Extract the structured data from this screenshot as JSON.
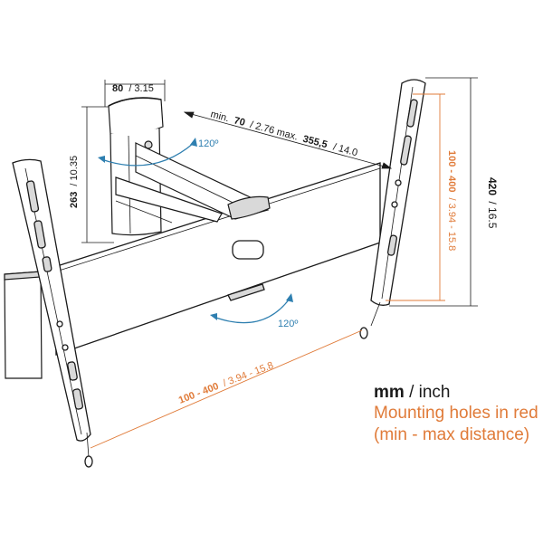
{
  "colors": {
    "line": "#1a1a1a",
    "accent": "#e07b39",
    "rotation": "#2e7fb0",
    "shade": "#d9d9d9"
  },
  "dimensions": {
    "arm_width_mm": "80",
    "arm_width_inch": "/ 3.15",
    "arm_height_mm": "263",
    "arm_height_inch": "/ 10.35",
    "extension_min_prefix": "min.",
    "extension_min_mm": "70",
    "extension_min_inch": "/ 2.76 max.",
    "extension_max_mm": "355,5",
    "extension_max_inch": "/ 14.0",
    "plate_height_mm": "420",
    "plate_height_inch": "/ 16.5",
    "hole_vertical_mm": "100 - 400",
    "hole_vertical_inch": "/ 3.94 - 15.8",
    "hole_horizontal_mm": "100 - 400",
    "hole_horizontal_inch": "/ 3.94 - 15.8",
    "rotation_top": "120º",
    "rotation_bottom": "120º"
  },
  "legend": {
    "unit_bold": "mm",
    "unit_rest": " / inch",
    "line1": "Mounting holes in red",
    "line2": "(min - max distance)"
  }
}
